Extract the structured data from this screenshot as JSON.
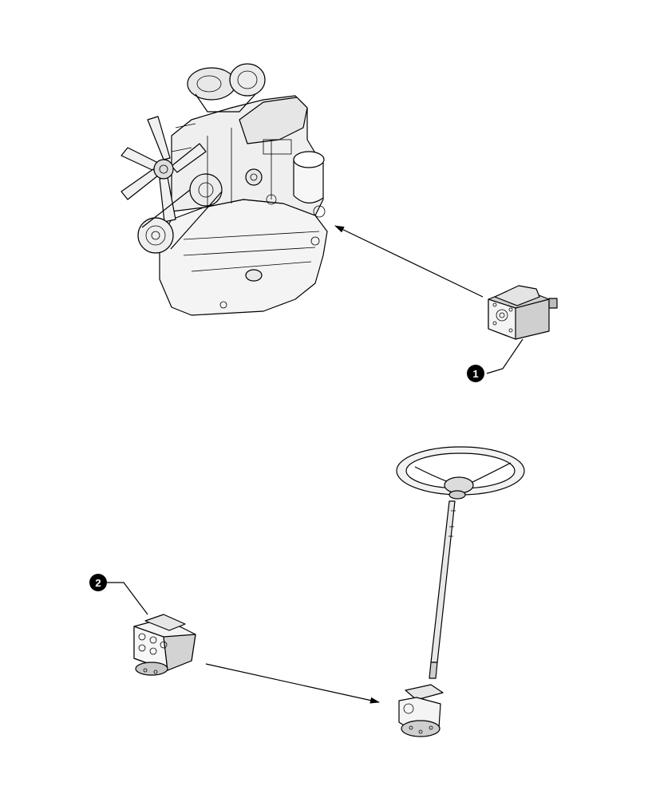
{
  "callouts": [
    {
      "id": "callout-1",
      "label": "1"
    },
    {
      "id": "callout-2",
      "label": "2"
    }
  ],
  "colors": {
    "line": "#000000",
    "part_fill": "#f4f4f4",
    "part_shade": "#c9c9c9",
    "callout_fill": "#000000",
    "callout_text": "#ffffff"
  },
  "icons": {
    "engine": "engine-illustration-icon",
    "pump": "hydraulic-pump-icon",
    "steering_wheel": "steering-wheel-icon",
    "steering_column": "steering-column-icon",
    "steering_unit": "steering-unit-icon",
    "steering_unit_installed": "steering-unit-installed-icon"
  }
}
